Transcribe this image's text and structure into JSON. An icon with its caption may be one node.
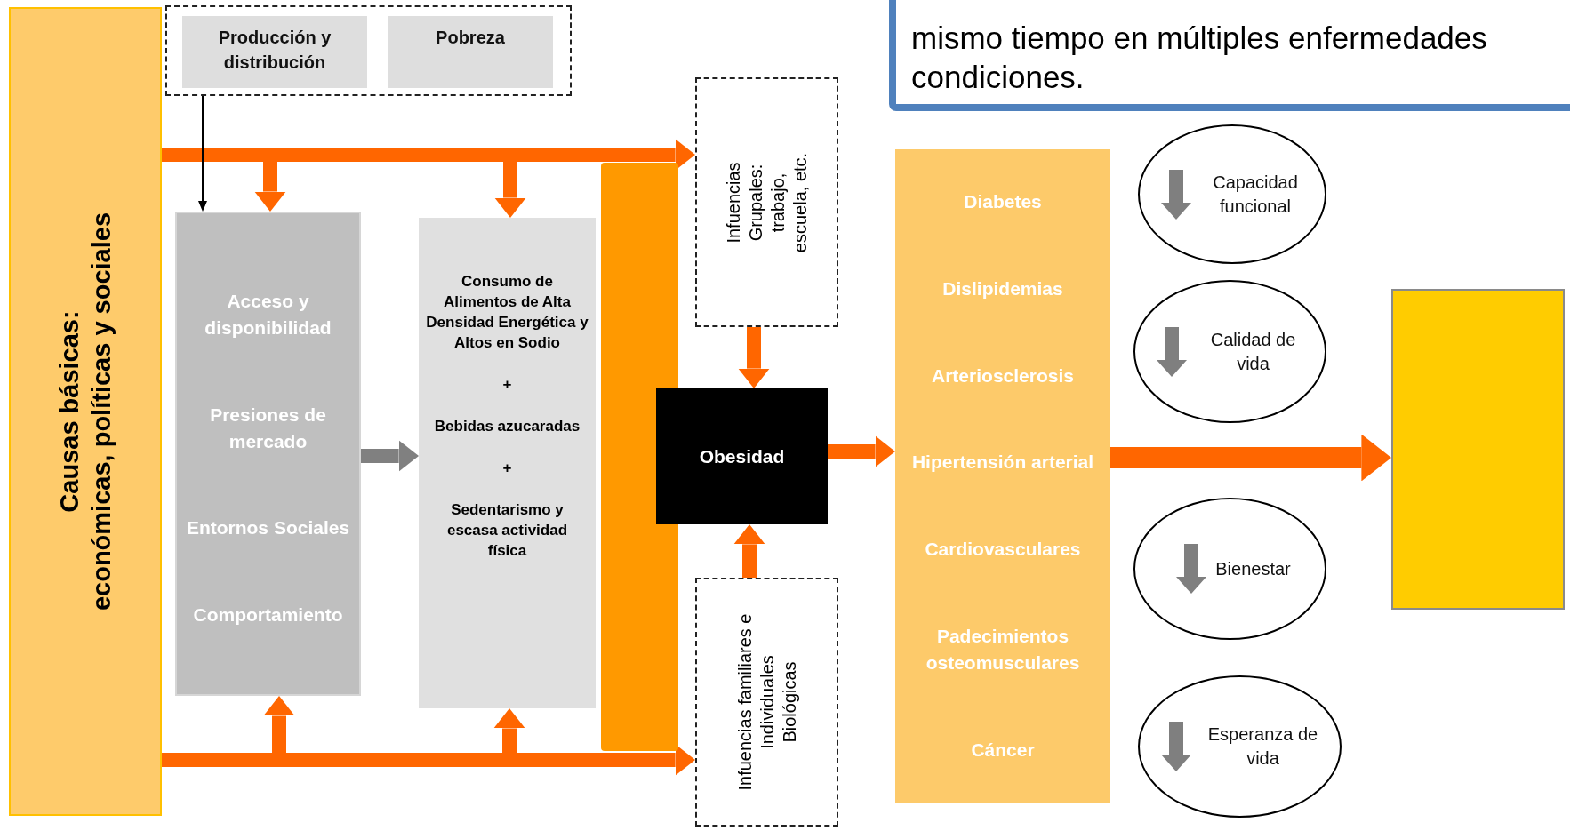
{
  "diagram": {
    "nodes": [
      {
        "text": [
          "Causas básicas:",
          "económicas, políticas y sociales"
        ]
      },
      {
        "text": [],
        "shape": "box"
      },
      {
        "text": [
          "Producción y distribución"
        ],
        "in": 1
      },
      {
        "text": [
          "Pobreza"
        ],
        "in": 1
      },
      {
        "text": [
          "Acceso y disponibilidad",
          "Presiones de mercado",
          "Entornos Sociales",
          "Comportamiento"
        ]
      },
      {
        "text": [
          "Consumo de Alimentos de Alta Densidad Energética y Altos en Sodio",
          "+",
          "Bebidas azucaradas",
          "+",
          "Sedentarismo y escasa actividad física"
        ]
      },
      {
        "text": [],
        "shape": "bar"
      },
      {
        "text": [
          "Infuencias Grupales: trabajo, escuela, etc."
        ]
      },
      {
        "text": [
          "Obesidad"
        ]
      },
      {
        "text": [
          "Infuencias familiares e Individuales Biológicas"
        ]
      },
      {
        "text": [
          "Diabetes",
          "Dislipidemias",
          "Arteriosclerosis",
          "Hipertensión arterial",
          "Cardiovasculares",
          "Padecimientos osteomusculares",
          "Cáncer"
        ]
      },
      {
        "text": [],
        "shape": "box"
      },
      {
        "text": [
          "Capacidad funcional"
        ]
      },
      {
        "text": [
          "Calidad de vida"
        ]
      },
      {
        "text": [
          "Bienestar"
        ]
      },
      {
        "text": [
          "Esperanza de vida"
        ]
      },
      {
        "text": [
          "mismo tiempo en múltiples enfermedades condiciones."
        ]
      }
    ],
    "edges": [
      {
        "from": 0,
        "to": 7,
        "arrow": "to"
      },
      {
        "from": 0,
        "to": 4,
        "arrow": "to"
      },
      {
        "from": 0,
        "to": 5,
        "arrow": "to"
      },
      {
        "from": 0,
        "to": 9,
        "arrow": "to"
      },
      {
        "from": 0,
        "to": 4,
        "arrow": "to"
      },
      {
        "from": 0,
        "to": 5,
        "arrow": "to"
      },
      {
        "from": 1,
        "to": 4,
        "arrow": "to",
        "color": "#000000"
      },
      {
        "from": 4,
        "to": 5,
        "arrow": "to",
        "color": "#808080"
      },
      {
        "from": 7,
        "to": 8,
        "arrow": "to"
      },
      {
        "from": 9,
        "to": 8,
        "arrow": "to"
      },
      {
        "from": 8,
        "to": 10,
        "arrow": "to"
      },
      {
        "from": 10,
        "to": 11,
        "arrow": "to"
      }
    ]
  }
}
